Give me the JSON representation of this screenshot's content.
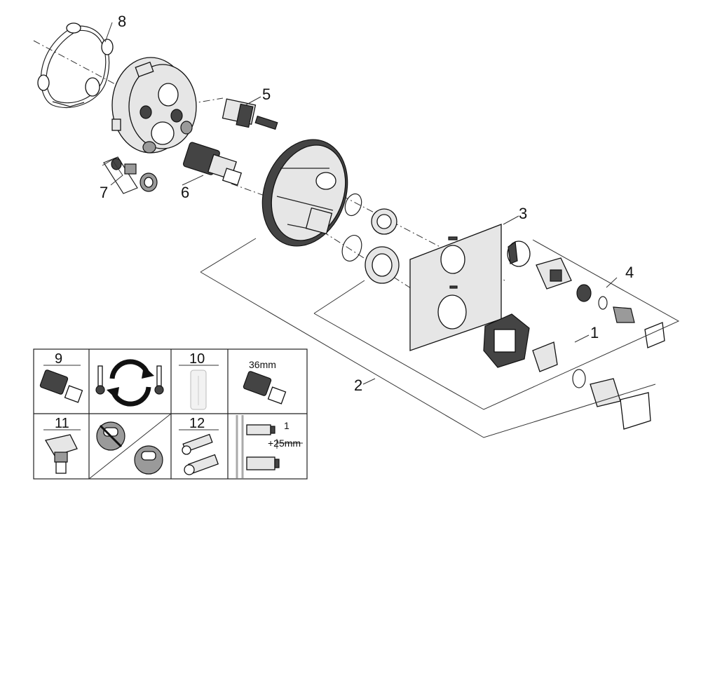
{
  "diagram": {
    "callouts": {
      "c1": "1",
      "c2": "2",
      "c3": "3",
      "c4": "4",
      "c5": "5",
      "c6": "6",
      "c7": "7",
      "c8": "8"
    },
    "legend": {
      "cell_9": "9",
      "cell_10": "10",
      "cell_11": "11",
      "cell_12": "12",
      "spanner_size": "36mm",
      "extension": "+25mm",
      "extension_step": "1"
    }
  }
}
